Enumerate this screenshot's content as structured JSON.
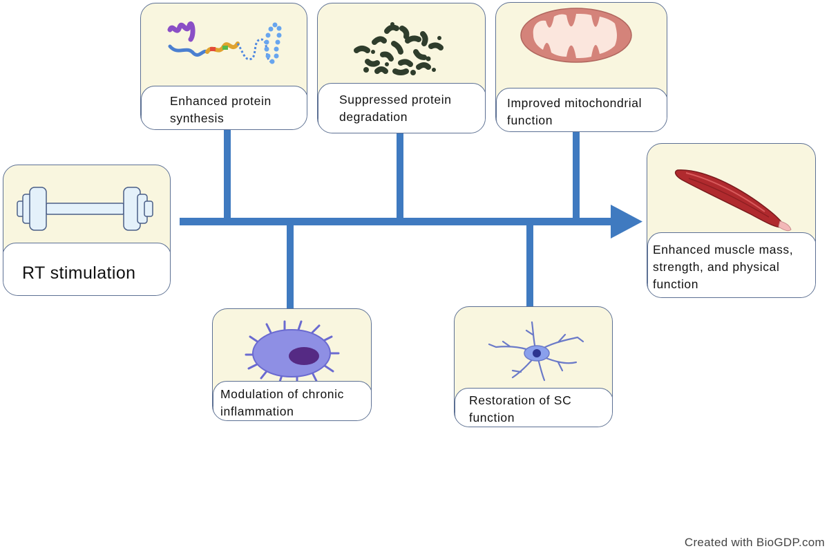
{
  "colors": {
    "connector": "#3f7ac0",
    "card_fill": "#f9f6df",
    "card_border": "#5b6f93",
    "label_fill": "#ffffff"
  },
  "start": {
    "label": "RT stimulation",
    "icon": "dumbbell-icon"
  },
  "top_effects": [
    {
      "label": "Enhanced protein\nsynthesis",
      "icon": "protein-ribbon-icon"
    },
    {
      "label": "Suppressed protein\ndegradation",
      "icon": "protein-fragments-icon"
    },
    {
      "label": "Improved mitochondrial\nfunction",
      "icon": "mitochondrion-icon"
    }
  ],
  "bottom_effects": [
    {
      "label": "Modulation of chronic\ninflammation",
      "icon": "macrophage-icon"
    },
    {
      "label": "Restoration of SC\n function",
      "icon": "satellite-cell-icon"
    }
  ],
  "outcome": {
    "label": "Enhanced muscle mass,\nstrength, and physical\nfunction",
    "icon": "muscle-icon"
  },
  "credit": "Created with BioGDP.com"
}
